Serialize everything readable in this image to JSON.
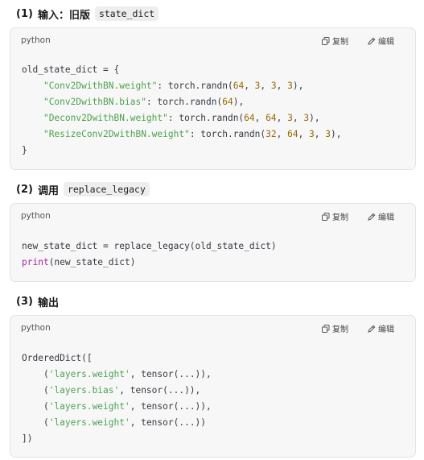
{
  "section1": {
    "number": "(1)",
    "title": "输入：旧版",
    "code_tag": "state_dict",
    "block": {
      "language": "python",
      "copy_label": "复制",
      "edit_label": "编辑",
      "lines": [
        [
          {
            "t": "old_state_dict = {",
            "c": "plain"
          }
        ],
        [
          {
            "t": "    ",
            "c": "plain"
          },
          {
            "t": "\"Conv2DwithBN.weight\"",
            "c": "str"
          },
          {
            "t": ": torch.randn(",
            "c": "plain"
          },
          {
            "t": "64",
            "c": "num"
          },
          {
            "t": ", ",
            "c": "plain"
          },
          {
            "t": "3",
            "c": "num"
          },
          {
            "t": ", ",
            "c": "plain"
          },
          {
            "t": "3",
            "c": "num"
          },
          {
            "t": ", ",
            "c": "plain"
          },
          {
            "t": "3",
            "c": "num"
          },
          {
            "t": "),",
            "c": "plain"
          }
        ],
        [
          {
            "t": "    ",
            "c": "plain"
          },
          {
            "t": "\"Conv2DwithBN.bias\"",
            "c": "str"
          },
          {
            "t": ": torch.randn(",
            "c": "plain"
          },
          {
            "t": "64",
            "c": "num"
          },
          {
            "t": "),",
            "c": "plain"
          }
        ],
        [
          {
            "t": "    ",
            "c": "plain"
          },
          {
            "t": "\"Deconv2DwithBN.weight\"",
            "c": "str"
          },
          {
            "t": ": torch.randn(",
            "c": "plain"
          },
          {
            "t": "64",
            "c": "num"
          },
          {
            "t": ", ",
            "c": "plain"
          },
          {
            "t": "64",
            "c": "num"
          },
          {
            "t": ", ",
            "c": "plain"
          },
          {
            "t": "3",
            "c": "num"
          },
          {
            "t": ", ",
            "c": "plain"
          },
          {
            "t": "3",
            "c": "num"
          },
          {
            "t": "),",
            "c": "plain"
          }
        ],
        [
          {
            "t": "    ",
            "c": "plain"
          },
          {
            "t": "\"ResizeConv2DwithBN.weight\"",
            "c": "str"
          },
          {
            "t": ": torch.randn(",
            "c": "plain"
          },
          {
            "t": "32",
            "c": "num"
          },
          {
            "t": ", ",
            "c": "plain"
          },
          {
            "t": "64",
            "c": "num"
          },
          {
            "t": ", ",
            "c": "plain"
          },
          {
            "t": "3",
            "c": "num"
          },
          {
            "t": ", ",
            "c": "plain"
          },
          {
            "t": "3",
            "c": "num"
          },
          {
            "t": "),",
            "c": "plain"
          }
        ],
        [
          {
            "t": "}",
            "c": "plain"
          }
        ]
      ]
    }
  },
  "section2": {
    "number": "(2)",
    "title": "调用",
    "code_tag": "replace_legacy",
    "block": {
      "language": "python",
      "copy_label": "复制",
      "edit_label": "编辑",
      "lines": [
        [
          {
            "t": "new_state_dict = replace_legacy(old_state_dict)",
            "c": "plain"
          }
        ],
        [
          {
            "t": "print",
            "c": "kw"
          },
          {
            "t": "(new_state_dict)",
            "c": "plain"
          }
        ]
      ]
    }
  },
  "section3": {
    "number": "(3)",
    "title": "输出",
    "block": {
      "language": "python",
      "copy_label": "复制",
      "edit_label": "编辑",
      "lines": [
        [
          {
            "t": "OrderedDict([",
            "c": "plain"
          }
        ],
        [
          {
            "t": "    (",
            "c": "plain"
          },
          {
            "t": "'layers.weight'",
            "c": "str"
          },
          {
            "t": ", tensor(...)),",
            "c": "plain"
          }
        ],
        [
          {
            "t": "    (",
            "c": "plain"
          },
          {
            "t": "'layers.bias'",
            "c": "str"
          },
          {
            "t": ", tensor(...)),",
            "c": "plain"
          }
        ],
        [
          {
            "t": "    (",
            "c": "plain"
          },
          {
            "t": "'layers.weight'",
            "c": "str"
          },
          {
            "t": ", tensor(...)),",
            "c": "plain"
          }
        ],
        [
          {
            "t": "    (",
            "c": "plain"
          },
          {
            "t": "'layers.weight'",
            "c": "str"
          },
          {
            "t": ", tensor(...))",
            "c": "plain"
          }
        ],
        [
          {
            "t": "])",
            "c": "plain"
          }
        ]
      ]
    }
  },
  "colors": {
    "string": "#50a14f",
    "number": "#986801",
    "keyword": "#a626a4",
    "plain": "#383a42",
    "block_bg": "#f7f7f8"
  },
  "icons": {
    "copy": "copy-icon",
    "edit": "edit-icon"
  }
}
